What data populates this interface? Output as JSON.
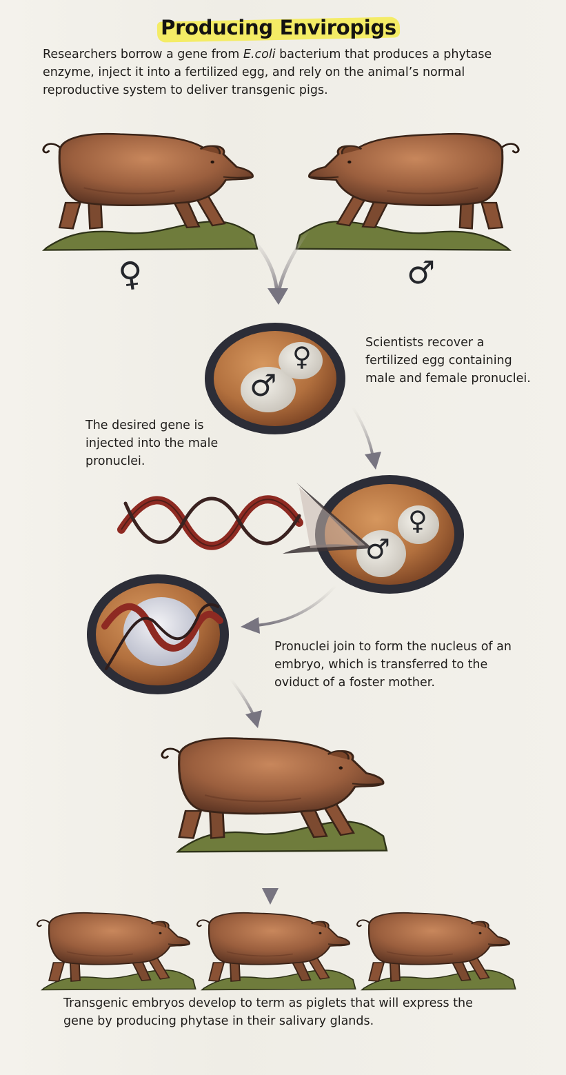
{
  "title": "Producing Enviropigs",
  "intro": {
    "before": "Researchers borrow a gene from ",
    "emph": "E.coli",
    "after": " bacterium that produces a phytase enzyme, inject it into a fertilized egg, and rely on the animal’s normal reproductive system to deliver transgenic pigs."
  },
  "symbols": {
    "female": "♀",
    "male": "♂"
  },
  "captions": {
    "recover": "Scientists recover a fertilized egg containing male and female pronuclei.",
    "inject": "The desired gene is injected into the male pronuclei.",
    "join": "Pronuclei join to form the nucleus of an embryo, which is transferred to the oviduct of a foster mother.",
    "term": "Transgenic embryos develop to term as piglets that will express the gene by producing phytase in their salivary glands."
  },
  "colors": {
    "pig_body": "#9b5f3e",
    "pig_dark": "#3b2418",
    "grass": "#6f7c3c",
    "egg_fill": "#b2703e",
    "egg_ring": "#2c2d37",
    "dna_red": "#8e2a22",
    "highlight": "#f4ec5a"
  }
}
